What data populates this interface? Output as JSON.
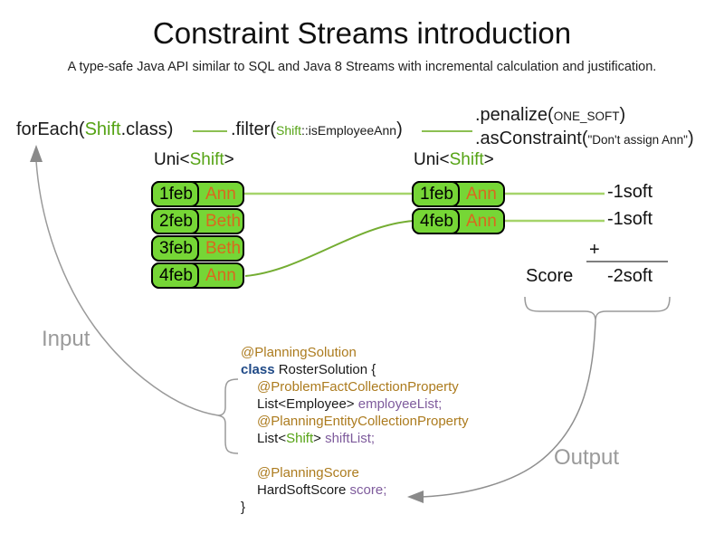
{
  "title": "Constraint Streams introduction",
  "subtitle": "A type-safe Java API similar to SQL and Java 8 Streams with incremental calculation and justification.",
  "flow": {
    "foreach_pre": "forEach(",
    "foreach_class": "Shift",
    "foreach_post": ".class)",
    "filter_pre": ".filter(",
    "filter_arg_class": "Shift",
    "filter_arg_rest": "::isEmployeeAnn",
    "filter_post": ")",
    "penalize_pre": ".penalize(",
    "penalize_arg": "ONE_SOFT",
    "penalize_post": ")",
    "asconstraint_pre": ".asConstraint(",
    "asconstraint_arg": "\"Don't assign Ann\"",
    "asconstraint_post": ")"
  },
  "left_stream": {
    "label_pre": "Uni<",
    "label_type": "Shift",
    "label_post": ">",
    "rows": [
      {
        "date": "1feb",
        "name": "Ann"
      },
      {
        "date": "2feb",
        "name": "Beth"
      },
      {
        "date": "3feb",
        "name": "Beth"
      },
      {
        "date": "4feb",
        "name": "Ann"
      }
    ]
  },
  "right_stream": {
    "label_pre": "Uni<",
    "label_type": "Shift",
    "label_post": ">",
    "rows": [
      {
        "date": "1feb",
        "name": "Ann"
      },
      {
        "date": "4feb",
        "name": "Ann"
      }
    ]
  },
  "penalties": [
    "-1soft",
    "-1soft"
  ],
  "score": {
    "plus": "+",
    "label": "Score",
    "value": "-2soft"
  },
  "labels": {
    "input": "Input",
    "output": "Output"
  },
  "code": {
    "annotation_solution": "@PlanningSolution",
    "class_keyword": "class",
    "class_decl": " RosterSolution {",
    "annotation_problem_fact": "@ProblemFactCollectionProperty",
    "employee_type": "List<Employee> ",
    "employee_field": "employeeList;",
    "annotation_planning_entity": "@PlanningEntityCollectionProperty",
    "shift_type_pre": "List<",
    "shift_type_class": "Shift",
    "shift_type_post": "> ",
    "shift_field": "shiftList;",
    "annotation_score": "@PlanningScore",
    "score_type": "HardSoftScore ",
    "score_field": "score;",
    "closing_brace": "}"
  },
  "colors": {
    "green_text": "#55a314",
    "box_green": "#76d636",
    "name_orange": "#d9691e",
    "annotation_gold": "#ac7b1e",
    "keyword_blue": "#204a87",
    "field_purple": "#7e5b9c",
    "connector_light_green": "#a5d46a",
    "connector_green": "#74ad32",
    "arrow_gray": "#999999"
  }
}
